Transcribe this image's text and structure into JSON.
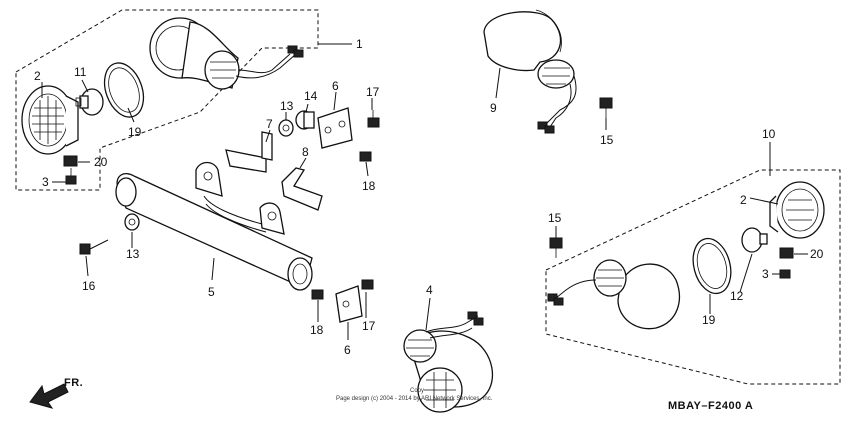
{
  "diagram": {
    "diagram_code": "MBAY–F2400 A",
    "direction_label": "FR.",
    "copyright": "Page design (c) 2004 - 2014 by ARI Network Services, Inc.",
    "copyright_top": "Copy",
    "callouts": {
      "p1": "1",
      "p2a": "2",
      "p2b": "2",
      "p3a": "3",
      "p3b": "3",
      "p4": "4",
      "p5": "5",
      "p6a": "6",
      "p6b": "6",
      "p7": "7",
      "p8": "8",
      "p9": "9",
      "p10": "10",
      "p11": "11",
      "p12": "12",
      "p13a": "13",
      "p13b": "13",
      "p14": "14",
      "p15a": "15",
      "p15b": "15",
      "p16": "16",
      "p17a": "17",
      "p17b": "17",
      "p18a": "18",
      "p18b": "18",
      "p19a": "19",
      "p19b": "19",
      "p20a": "20",
      "p20b": "20"
    }
  }
}
